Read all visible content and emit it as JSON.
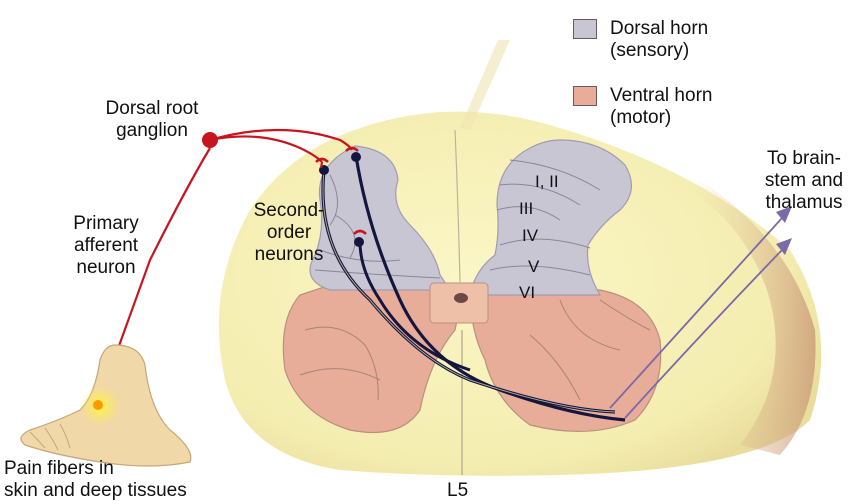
{
  "legend": [
    {
      "line1": "Dorsal horn",
      "line2": "(sensory)",
      "color": "#c9c6d4"
    },
    {
      "line1": "Ventral horn",
      "line2": "(motor)",
      "color": "#e8ad98"
    }
  ],
  "labels": {
    "drg_line1": "Dorsal root",
    "drg_line2": "ganglion",
    "primary_line1": "Primary",
    "primary_line2": "afferent",
    "primary_line3": "neuron",
    "second_line1": "Second-",
    "second_line2": "order",
    "second_line3": "neurons",
    "brain_line1": "To brain-",
    "brain_line2": "stem and",
    "brain_line3": "thalamus",
    "pain_line1": "Pain fibers in",
    "pain_line2": "skin and deep tissues",
    "level": "L5"
  },
  "laminae": [
    "I, II",
    "III",
    "IV",
    "V",
    "VI"
  ],
  "colors": {
    "white_matter": "#f6f0b4",
    "dorsal_horn": "#c9c6d4",
    "ventral_horn": "#e8ad98",
    "primary_neuron": "#c8141e",
    "second_order_neuron": "#15163f",
    "tract_arrow": "#7a6aa8",
    "foot_glow": "#fff04a"
  }
}
